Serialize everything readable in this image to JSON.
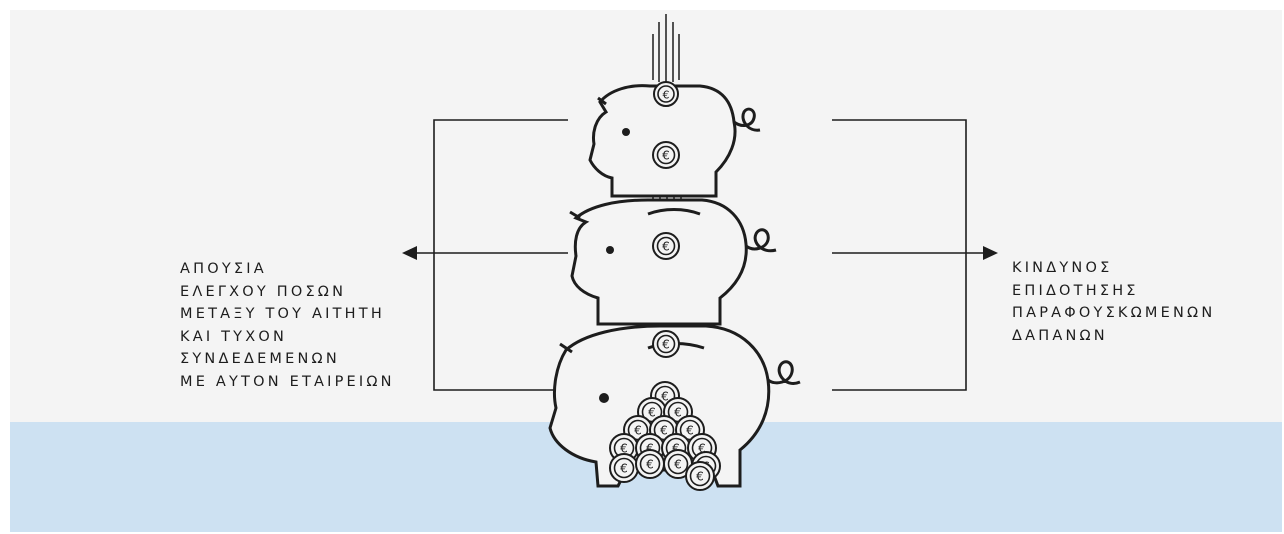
{
  "left_label": {
    "lines": [
      "ΑΠΟΥΣΙΑ",
      "ΕΛΕΓΧΟΥ ΠΟΣΩΝ",
      "ΜΕΤΑΞΥ ΤΟΥ ΑΙΤΗΤΗ",
      "ΚΑΙ ΤΥΧΟΝ",
      "ΣΥΝΔΕΔΕΜΕΝΩΝ",
      "ΜΕ ΑΥΤΟΝ ΕΤΑΙΡΕΙΩΝ"
    ]
  },
  "right_label": {
    "lines": [
      "ΚΙΝΔΥΝΟΣ",
      "ΕΠΙΔΟΤΗΣΗΣ",
      "ΠΑΡΑΦΟΥΣΚΩΜΕΝΩΝ",
      "ΔΑΠΑΝΩΝ"
    ]
  },
  "coin_symbol": "€",
  "colors": {
    "panel_background": "#f4f4f4",
    "water": "#cde1f2",
    "line": "#1d1d1d"
  }
}
